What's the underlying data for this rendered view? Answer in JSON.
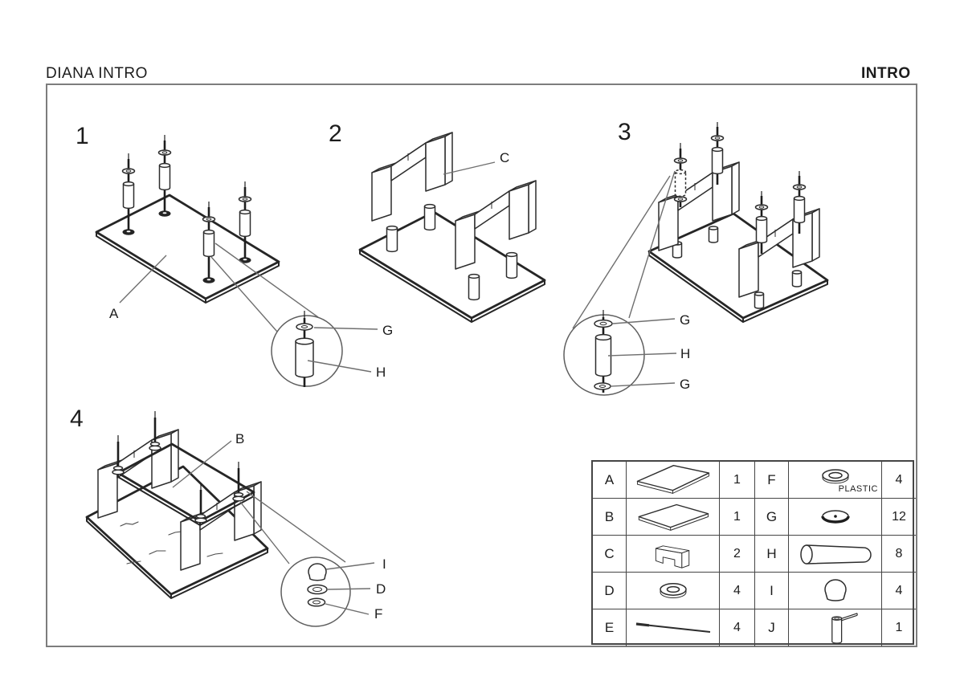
{
  "header": {
    "title": "DIANA INTRO",
    "model": "INTRO"
  },
  "steps": [
    {
      "number": "1",
      "part_label": "A",
      "detail_labels": [
        "G",
        "H"
      ]
    },
    {
      "number": "2",
      "part_label": "C",
      "detail_labels": []
    },
    {
      "number": "3",
      "part_label": "",
      "detail_labels": [
        "G",
        "H",
        "G"
      ]
    },
    {
      "number": "4",
      "part_label": "B",
      "detail_labels": [
        "I",
        "D",
        "F"
      ]
    }
  ],
  "parts_table": {
    "rows": [
      {
        "left": {
          "letter": "A",
          "icon": "glass-top-panel",
          "qty": "1"
        },
        "right": {
          "letter": "F",
          "icon": "plastic-washer",
          "note": "PLASTIC",
          "qty": "4"
        }
      },
      {
        "left": {
          "letter": "B",
          "icon": "glass-shelf-panel",
          "qty": "1"
        },
        "right": {
          "letter": "G",
          "icon": "flat-disc-washer",
          "qty": "12"
        }
      },
      {
        "left": {
          "letter": "C",
          "icon": "u-frame-leg",
          "qty": "2"
        },
        "right": {
          "letter": "H",
          "icon": "spacer-tube",
          "qty": "8"
        }
      },
      {
        "left": {
          "letter": "D",
          "icon": "metal-ring-washer",
          "qty": "4"
        },
        "right": {
          "letter": "I",
          "icon": "cap-nut",
          "qty": "4"
        }
      },
      {
        "left": {
          "letter": "E",
          "icon": "threaded-rod",
          "qty": "4"
        },
        "right": {
          "letter": "J",
          "icon": "assembly-tool",
          "qty": "1"
        }
      }
    ]
  },
  "colors": {
    "line": "#2d2d2d",
    "leader": "#6f6f6f",
    "frame_border": "#7d7d7d",
    "table_border": "#454545",
    "background": "#ffffff"
  }
}
